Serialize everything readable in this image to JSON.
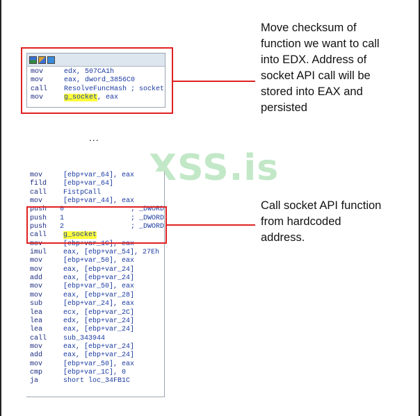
{
  "annotations": {
    "top": [
      "Move checksum of",
      "function we want to call",
      "into EDX. Address of",
      "socket API call will be",
      "stored into EAX and",
      "persisted"
    ],
    "middle": [
      "Call socket API function",
      "from hardcoded",
      "address."
    ]
  },
  "ellipsis": "...",
  "watermark": "XSS.is",
  "block1": {
    "rows": [
      {
        "mn": "mov",
        "op": "edx, 507CA1h"
      },
      {
        "mn": "mov",
        "op": "eax, dword_3856C0"
      },
      {
        "mn": "call",
        "op": "ResolveFuncHash ; socket"
      },
      {
        "mn": "mov",
        "op_hl": "g_socket",
        "op_rest": ", eax"
      }
    ]
  },
  "block2": {
    "rows": [
      {
        "mn": "mov",
        "op": "[ebp+var_64], eax"
      },
      {
        "mn": "fild",
        "op": "[ebp+var_64]"
      },
      {
        "mn": "call",
        "op": "FistpCall"
      },
      {
        "mn": "mov",
        "op": "[ebp+var_44], eax"
      },
      {
        "mn": "push",
        "op": "0                ; _DWORD"
      },
      {
        "mn": "push",
        "op": "1                ; _DWORD"
      },
      {
        "mn": "push",
        "op": "2                ; _DWORD"
      },
      {
        "mn": "call",
        "op_hl": "g_socket",
        "op_rest": ""
      },
      {
        "mn": "mov",
        "op": "[ebp+var_1C], eax"
      },
      {
        "mn": "imul",
        "op": "eax, [ebp+var_54], 27Eh"
      },
      {
        "mn": "mov",
        "op": "[ebp+var_50], eax"
      },
      {
        "mn": "mov",
        "op": "eax, [ebp+var_24]"
      },
      {
        "mn": "add",
        "op": "eax, [ebp+var_24]"
      },
      {
        "mn": "mov",
        "op": "[ebp+var_50], eax"
      },
      {
        "mn": "mov",
        "op": "eax, [ebp+var_28]"
      },
      {
        "mn": "sub",
        "op": "[ebp+var_24], eax"
      },
      {
        "mn": "lea",
        "op": "ecx, [ebp+var_2C]"
      },
      {
        "mn": "lea",
        "op": "edx, [ebp+var_24]"
      },
      {
        "mn": "lea",
        "op": "eax, [ebp+var_24]"
      },
      {
        "mn": "call",
        "op": "sub_343944"
      },
      {
        "mn": "mov",
        "op": "eax, [ebp+var_24]"
      },
      {
        "mn": "add",
        "op": "eax, [ebp+var_24]"
      },
      {
        "mn": "mov",
        "op": "[ebp+var_50], eax"
      },
      {
        "mn": "cmp",
        "op": "[ebp+var_1C], 0"
      },
      {
        "mn": "ja",
        "op": "short loc_34FB1C"
      }
    ]
  }
}
